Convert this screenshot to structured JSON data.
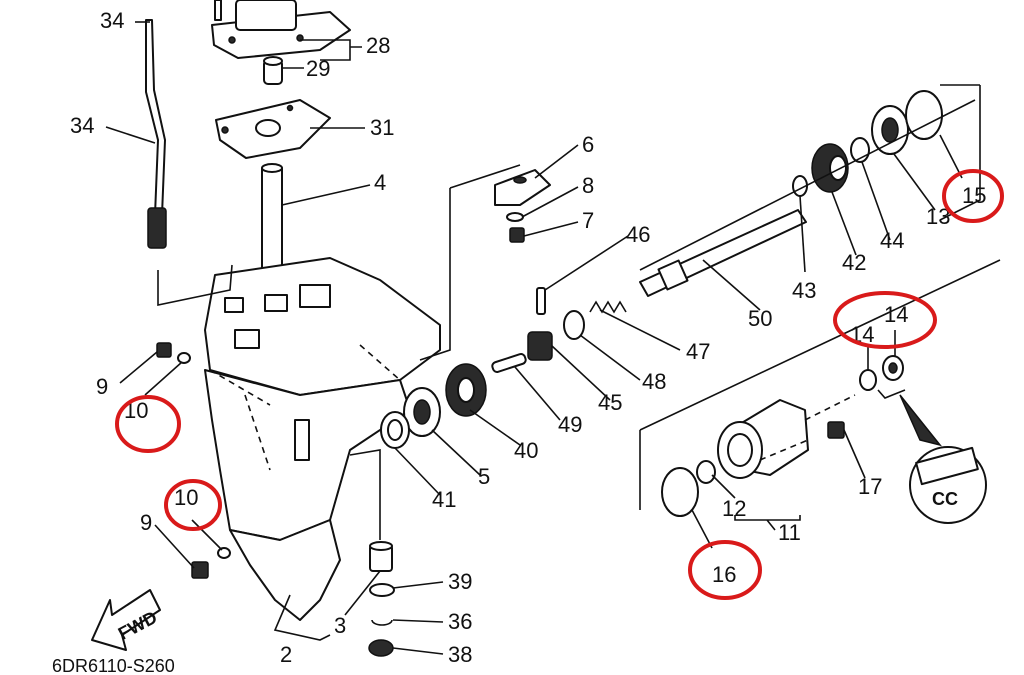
{
  "diagram": {
    "part_code": "6DR6110-S260",
    "direction_label": "FWD",
    "detail_stamp": "CC",
    "callouts": [
      "34",
      "34",
      "28",
      "29",
      "31",
      "4",
      "6",
      "8",
      "7",
      "46",
      "9",
      "10",
      "10",
      "9",
      "50",
      "47",
      "48",
      "45",
      "49",
      "40",
      "5",
      "41",
      "43",
      "42",
      "44",
      "13",
      "15",
      "14",
      "14",
      "12",
      "11",
      "16",
      "17",
      "39",
      "36",
      "38",
      "3",
      "2"
    ],
    "highlighted_callouts": [
      "10",
      "10",
      "14",
      "15",
      "16"
    ],
    "highlight_color": "#d91a1a",
    "line_color": "#111111"
  }
}
